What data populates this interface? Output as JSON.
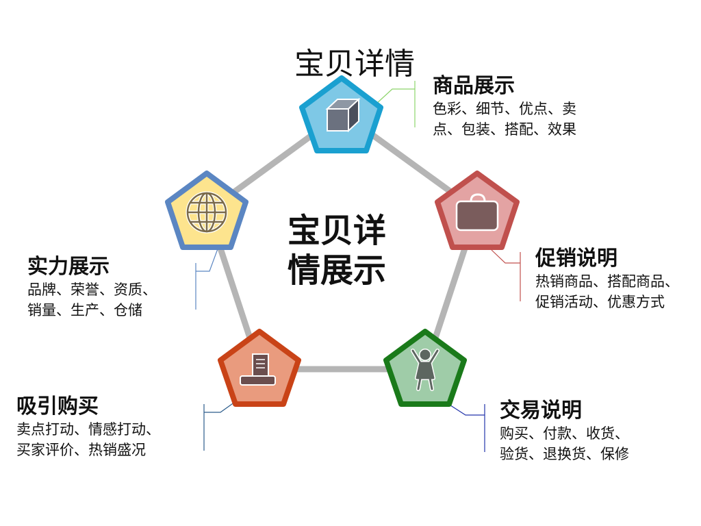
{
  "top_title": "宝贝详情",
  "center_title": [
    "宝贝详",
    "情展示"
  ],
  "colors": {
    "ring": "#b5b5b5",
    "blue_border": "#1aa0d0",
    "blue_fill": "#7ec8e6",
    "red_border": "#c0504d",
    "red_fill": "#e3a3a3",
    "green_border": "#1a7a1a",
    "green_fill": "#9fcca8",
    "orange_border": "#c94317",
    "orange_fill": "#e99b7e",
    "steel_border": "#5b86c2",
    "yellow_fill": "#fde48e",
    "icon_dark": "#6f6f7a"
  },
  "nodes": [
    {
      "id": "product",
      "icon": "cube-icon"
    },
    {
      "id": "promo",
      "icon": "briefcase-icon"
    },
    {
      "id": "trade",
      "icon": "person-arms-up-icon"
    },
    {
      "id": "purchase",
      "icon": "computer-icon"
    },
    {
      "id": "strength",
      "icon": "globe-icon"
    }
  ],
  "groups": [
    {
      "title": "商品展示",
      "lines": [
        "色彩、细节、优点、卖",
        "点、包装、搭配、效果"
      ]
    },
    {
      "title": "促销说明",
      "lines": [
        "热销商品、搭配商品、",
        "促销活动、优惠方式"
      ]
    },
    {
      "title": "交易说明",
      "lines": [
        "购买、付款、收货、",
        "验货、退换货、保修"
      ]
    },
    {
      "title": "吸引购买",
      "lines": [
        "卖点打动、情感打动、",
        "买家评价、热销盛况"
      ]
    },
    {
      "title": "实力展示",
      "lines": [
        "品牌、荣誉、资质、",
        "销量、生产、仓储"
      ]
    }
  ]
}
